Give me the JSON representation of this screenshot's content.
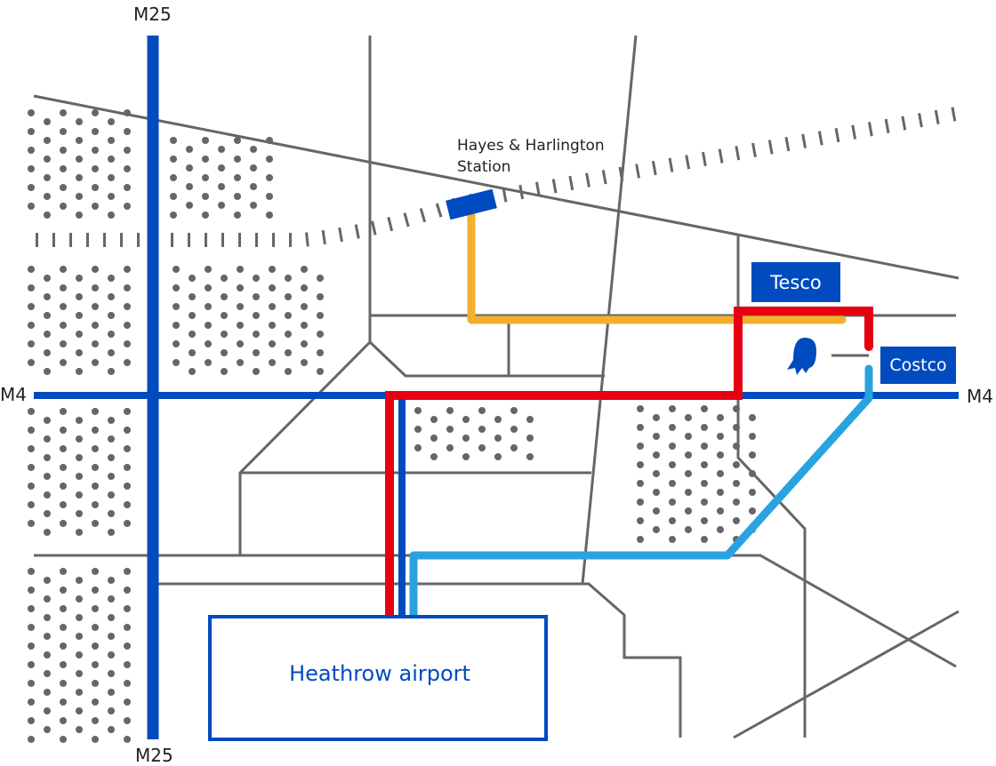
{
  "roads": {
    "m25_top": "M25",
    "m25_bottom": "M25",
    "m4_left": "M4",
    "m4_right": "M4"
  },
  "places": {
    "station": "Hayes & Harlington Station",
    "tesco": "Tesco",
    "costco": "Costco",
    "airport": "Heathrow airport"
  },
  "icons": {
    "poi": "ghost-icon"
  },
  "colors": {
    "motorway": "#004bbf",
    "road": "#666666",
    "red_route": "#e60012",
    "yellow_route": "#f2b02e",
    "blue_route": "#29a3e0"
  }
}
